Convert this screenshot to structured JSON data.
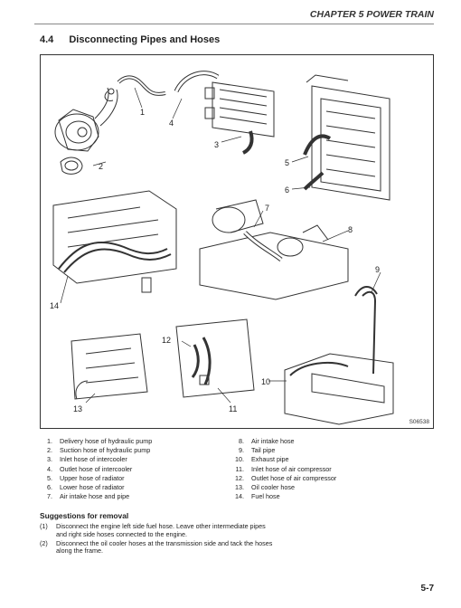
{
  "header": {
    "chapter": "CHAPTER 5 POWER TRAIN"
  },
  "section": {
    "number": "4.4",
    "title": "Disconnecting Pipes and Hoses"
  },
  "figure": {
    "code": "S06538",
    "callouts": [
      "1",
      "2",
      "3",
      "4",
      "5",
      "6",
      "7",
      "8",
      "9",
      "10",
      "11",
      "12",
      "13",
      "14"
    ]
  },
  "legend": {
    "left": [
      {
        "n": "1.",
        "text": "Delivery hose of hydraulic pump"
      },
      {
        "n": "2.",
        "text": "Suction hose of hydraulic pump"
      },
      {
        "n": "3.",
        "text": "Inlet hose of intercooler"
      },
      {
        "n": "4.",
        "text": "Outlet hose of intercooler"
      },
      {
        "n": "5.",
        "text": "Upper hose of radiator"
      },
      {
        "n": "6.",
        "text": "Lower hose of radiator"
      },
      {
        "n": "7.",
        "text": "Air intake hose and pipe"
      }
    ],
    "right": [
      {
        "n": "8.",
        "text": "Air intake hose"
      },
      {
        "n": "9.",
        "text": "Tail pipe"
      },
      {
        "n": "10.",
        "text": "Exhaust pipe"
      },
      {
        "n": "11.",
        "text": "Inlet hose of air compressor"
      },
      {
        "n": "12.",
        "text": "Outlet hose of air compressor"
      },
      {
        "n": "13.",
        "text": "Oil cooler hose"
      },
      {
        "n": "14.",
        "text": "Fuel hose"
      }
    ]
  },
  "suggestions": {
    "title": "Suggestions for removal",
    "steps": [
      {
        "n": "(1)",
        "text": "Disconnect the engine left side fuel hose. Leave other intermediate pipes and right side hoses connected to the engine."
      },
      {
        "n": "(2)",
        "text": "Disconnect the oil cooler hoses at the transmission side and tack the hoses along the frame."
      }
    ]
  },
  "page_number": "5-7"
}
